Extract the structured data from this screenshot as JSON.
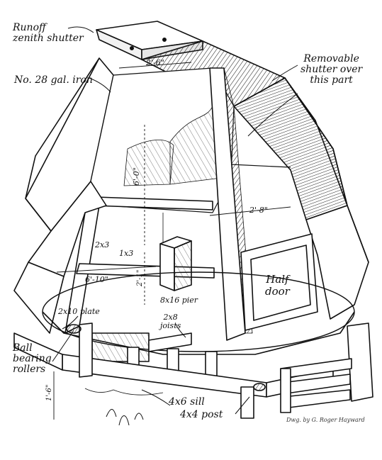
{
  "labels": {
    "runoff_shutter": [
      "Runoff",
      "zenith shutter"
    ],
    "removable_shutter": [
      "Removable",
      "shutter over",
      "this part"
    ],
    "iron": "No. 28 gal. iron",
    "half_door": [
      "Half",
      "door"
    ],
    "ball_rollers": [
      "Ball",
      "bearing",
      "rollers"
    ],
    "plate": "2x10 plate",
    "joists": [
      "2x8",
      "joists"
    ],
    "pier": "8x16 pier",
    "sill": "4x6 sill",
    "post": "4x4 post",
    "brace_2x3": "2x3",
    "brace_1x3": "1x3"
  },
  "dimensions": {
    "top_width": "2'-6\"",
    "side_width": "2'-8\"",
    "height": "6'-0\"",
    "diameter": "6'-10\"",
    "floor_height": "2'-1\"",
    "base_height": "1'-6\""
  },
  "signature": "Dwg. by G. Roger Hayward"
}
